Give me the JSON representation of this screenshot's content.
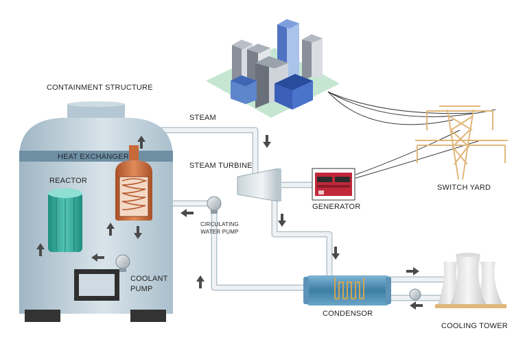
{
  "labels": {
    "containment_structure": "CONTAINMENT STRUCTURE",
    "steam": "STEAM",
    "heat_exchanger": "HEAT EXCHANGER",
    "steam_turbine": "STEAM TURBINE",
    "reactor": "REACTOR",
    "generator": "GENERATOR",
    "switch_yard": "SWITCH YARD",
    "circulating_water_pump_line1": "CIRCULATING",
    "circulating_water_pump_line2": "WATER PUMP",
    "coolant_pump_line1": "COOLANT",
    "coolant_pump_line2": "PUMP",
    "condensor": "CONDENSOR",
    "cooling_tower": "COOLING TOWER"
  },
  "colors": {
    "containment_body": "#b9cbd6",
    "containment_band": "#6f8fa3",
    "pipe": "#e6ecf0",
    "pipe_outline": "#b7c3cb",
    "arrow": "#4a4a4a",
    "heat_exchanger": "#c8693a",
    "reactor": "#3aa89a",
    "generator": "#c0283a",
    "condensor": "#4d8fb5",
    "city_ground": "#c5e7d2",
    "pylon": "#e0b67a",
    "tower": "#e7e7e7",
    "tower_base": "#e0b67a"
  },
  "icons": [
    "city-icon",
    "pylon-icon",
    "reactor-icon",
    "heat-exchanger-icon",
    "turbine-icon",
    "generator-icon",
    "pump-icon",
    "condensor-icon",
    "cooling-tower-icon",
    "flow-arrow-icon"
  ]
}
